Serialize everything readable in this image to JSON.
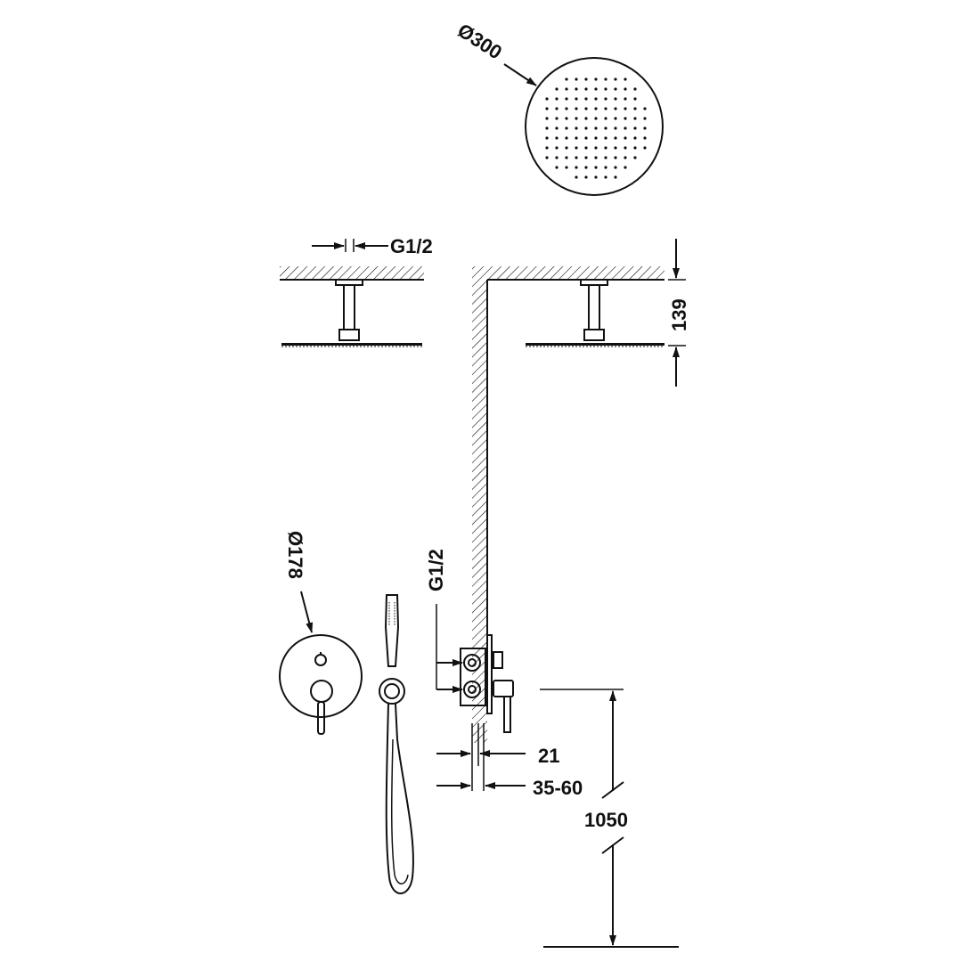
{
  "labels": {
    "head_diameter": "Ø300",
    "head_thread": "G1/2",
    "arm_height": "139",
    "plate_diameter": "Ø178",
    "inlet_thread": "G1/2",
    "plate_depth": "21",
    "wall_depth": "35-60",
    "mixer_height": "1050"
  },
  "colors": {
    "line": "#111111",
    "background": "#ffffff"
  }
}
